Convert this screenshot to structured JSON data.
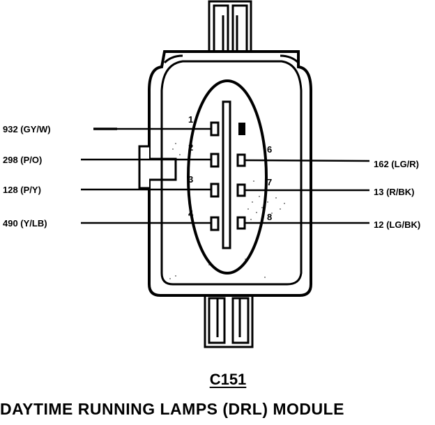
{
  "connector": {
    "id": "C151",
    "title": "DAYTIME RUNNING LAMPS (DRL) MODULE"
  },
  "pins": [
    {
      "number": "1",
      "circuit": "932 (GY/W)"
    },
    {
      "number": "2",
      "circuit": "298 (P/O)"
    },
    {
      "number": "3",
      "circuit": "128 (P/Y)"
    },
    {
      "number": "4",
      "circuit": "490 (Y/LB)"
    },
    {
      "number": "6",
      "circuit": "162 (LG/R)"
    },
    {
      "number": "7",
      "circuit": "13 (R/BK)"
    },
    {
      "number": "8",
      "circuit": "12 (LG/BK)"
    }
  ]
}
